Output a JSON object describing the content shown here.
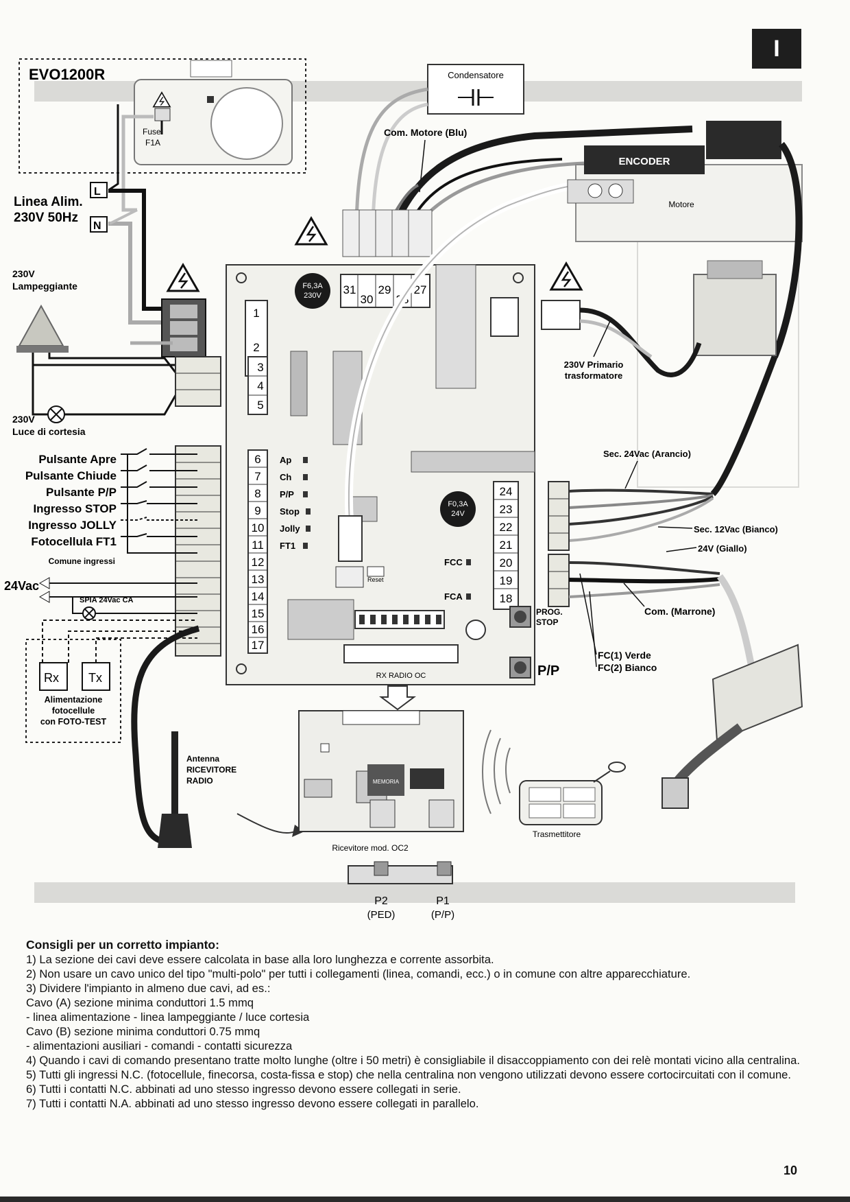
{
  "page": {
    "section_badge": "I",
    "page_number": "10"
  },
  "power_panel": {
    "model": "EVO1200R",
    "fuse_label_1": "Fuse",
    "fuse_label_2": "F1A"
  },
  "supply": {
    "label_line1": "Linea Alim.",
    "label_line2": "230V 50Hz",
    "terminal_l": "L",
    "terminal_n": "N"
  },
  "flasher": {
    "label_line1": "230V",
    "label_line2": "Lampeggiante"
  },
  "courtesy_light": {
    "label_line1": "230V",
    "label_line2": "Luce di cortesia"
  },
  "inputs": [
    "Pulsante Apre",
    "Pulsante Chiude",
    "Pulsante P/P",
    "Ingresso STOP",
    "Ingresso JOLLY",
    "Fotocellula FT1"
  ],
  "common_inputs_label": "Comune ingressi",
  "aux_power_label": "24Vac",
  "lamp_label": "SPIA 24Vac CA",
  "photocell": {
    "rx": "Rx",
    "tx": "Tx",
    "caption_line1": "Alimentazione",
    "caption_line2": "fotocellule",
    "caption_line3": "con FOTO-TEST"
  },
  "antenna": {
    "label_line1": "Antenna",
    "label_line2": "RICEVITORE",
    "label_line3": "RADIO"
  },
  "capacitor": {
    "label": "Condensatore"
  },
  "motor": {
    "common_label": "Com. Motore (Blu)",
    "encoder_label": "ENCODER",
    "motor_label": "Motore"
  },
  "transformer": {
    "primary_line1": "230V Primario",
    "primary_line2": "trasformatore",
    "sec24": "Sec. 24Vac (Arancio)",
    "sec12": "Sec. 12Vac (Bianco)",
    "v24": "24V (Giallo)"
  },
  "limit_switch": {
    "common": "Com. (Marrone)",
    "fc1": "FC(1) Verde",
    "fc2": "FC(2) Bianco"
  },
  "board": {
    "fuse_main": [
      "F6,3A",
      "230V"
    ],
    "fuse_aux": [
      "F0,3A",
      "24V"
    ],
    "top_terminals": [
      "31",
      "30",
      "29",
      "28",
      "27"
    ],
    "left_terminals": [
      "1",
      "2",
      "3",
      "4",
      "5",
      "6",
      "7",
      "8",
      "9",
      "10",
      "11",
      "12",
      "13",
      "14",
      "15",
      "16",
      "17"
    ],
    "right_terminals": [
      "24",
      "23",
      "22",
      "21",
      "20",
      "19",
      "18"
    ],
    "input_leds": [
      "Ap",
      "Ch",
      "P/P",
      "Stop",
      "Jolly",
      "FT1"
    ],
    "fcc_label": "FCC",
    "fca_label": "FCA",
    "prog_line1": "PROG.",
    "prog_line2": "STOP",
    "pp_label": "P/P",
    "radio_slot_label": "RX  RADIO  OC",
    "reset_label": "Reset"
  },
  "receiver": {
    "caption": "Ricevitore mod. OC2",
    "memory_label": "MEMORIA",
    "p2_label": "P2",
    "p2_sub": "(PED)",
    "p1_label": "P1",
    "p1_sub": "(P/P)"
  },
  "transmitter": {
    "caption": "Trasmettitore"
  },
  "notes": {
    "title": "Consigli per un corretto impianto:",
    "lines": [
      "1) La sezione dei cavi deve essere calcolata in base alla loro lunghezza e corrente assorbita.",
      "2) Non usare un cavo unico del tipo \"multi-polo\" per tutti i collegamenti (linea, comandi, ecc.) o in comune con altre apparecchiature.",
      "3) Dividere l'impianto in almeno due cavi, ad es.:",
      "Cavo (A) sezione minima conduttori 1.5 mmq",
      "- linea alimentazione - linea lampeggiante / luce cortesia",
      "Cavo (B) sezione minima conduttori 0.75 mmq",
      "- alimentazioni ausiliari - comandi - contatti sicurezza",
      "4) Quando i cavi di comando presentano tratte molto lunghe (oltre i 50 metri) è consigliabile il disaccoppiamento con dei relè montati vicino alla centralina.",
      "5) Tutti gli ingressi N.C. (fotocellule, finecorsa, costa-fissa e stop) che nella centralina non vengono utilizzati devono essere cortocircuitati con il comune.",
      "6) Tutti i contatti N.C. abbinati ad uno stesso ingresso devono essere collegati in serie.",
      "7) Tutti i contatti N.A. abbinati ad uno stesso ingresso devono essere collegati in parallelo."
    ]
  }
}
